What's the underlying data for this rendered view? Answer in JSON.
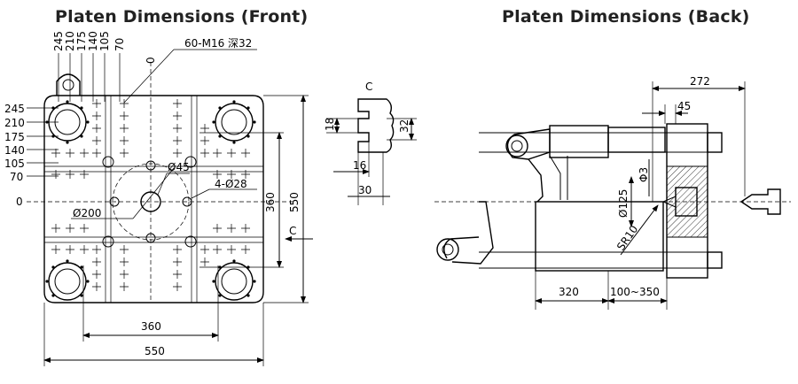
{
  "titles": {
    "front": "Platen Dimensions (Front)",
    "back": "Platen Dimensions (Back)"
  },
  "front": {
    "top_dims": [
      "245",
      "210",
      "175",
      "140",
      "105",
      "70",
      "0"
    ],
    "left_dims": [
      "245",
      "210",
      "175",
      "140",
      "105",
      "70",
      "0"
    ],
    "thread_callout": "60-M16 深32",
    "hole_dia_45": "Ø45",
    "hole_4x28": "4-Ø28",
    "hole_dia_200": "Ø200",
    "dim_360_vertical": "360",
    "dim_550_vertical": "550",
    "dim_360_horizontal": "360",
    "dim_550_horizontal": "550",
    "section_marker": "C"
  },
  "section_c": {
    "label": "C",
    "dim_18": "18",
    "dim_32": "32",
    "dim_16": "16",
    "dim_30": "30"
  },
  "back": {
    "dim_272": "272",
    "dim_45": "45",
    "dim_phi3": "Φ3",
    "dim_phi125": "Ø125",
    "dim_sr10": "SR10",
    "dim_320": "320",
    "dim_stroke": "100~350"
  }
}
